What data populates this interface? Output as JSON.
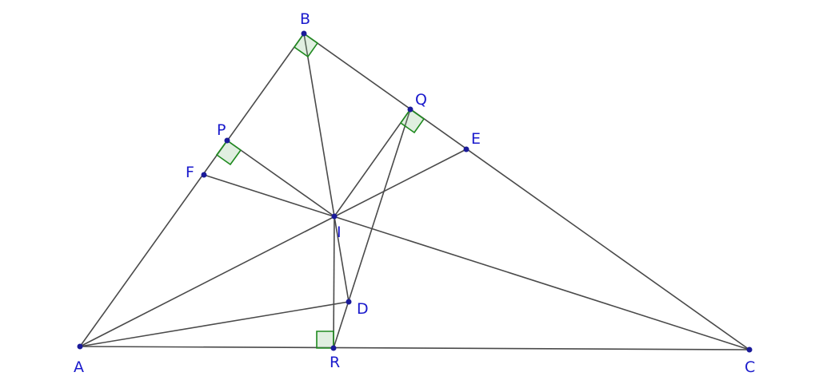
{
  "points": {
    "A": "A",
    "B": "B",
    "C": "C",
    "D": "D",
    "E": "E",
    "F": "F",
    "I": "I",
    "P": "P",
    "Q": "Q",
    "R": "R"
  },
  "colors": {
    "segment": "#4a4a4a",
    "right_angle_marker": "#1f8a1f",
    "point": "#1a1a99",
    "label": "#1a1acc"
  },
  "right_angles": [
    "B",
    "P",
    "Q",
    "R"
  ]
}
